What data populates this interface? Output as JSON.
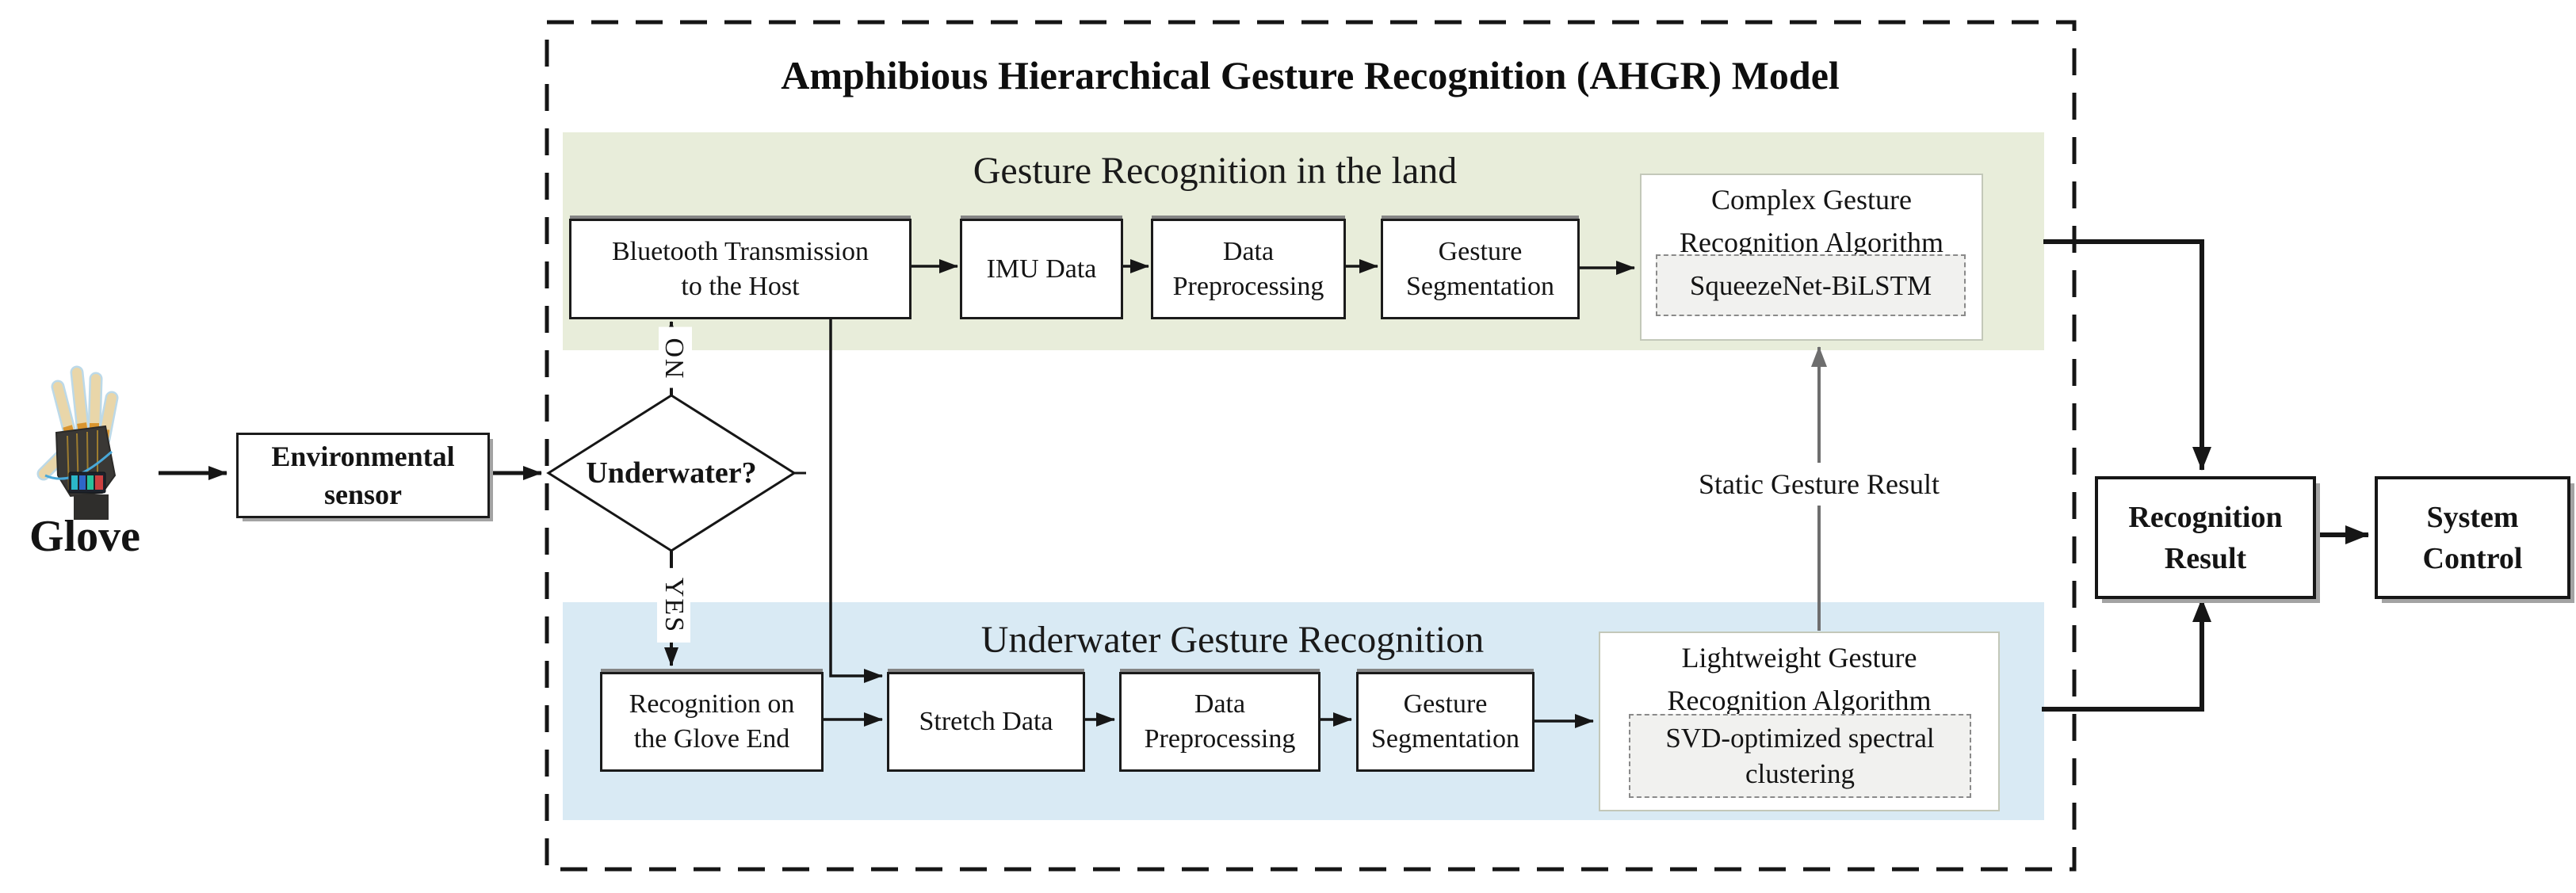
{
  "diagram": {
    "title": "Amphibious Hierarchical Gesture Recognition (AHGR) Model",
    "glove": {
      "label": "Glove"
    },
    "env_sensor": {
      "lines": [
        "Environmental",
        "sensor"
      ]
    },
    "decision": {
      "label": "Underwater?",
      "no_branch": "NO",
      "yes_branch": "YES"
    },
    "land": {
      "heading": "Gesture Recognition in the land",
      "steps": [
        {
          "lines": [
            "Bluetooth Transmission",
            "to the Host"
          ]
        },
        {
          "lines": [
            "IMU Data"
          ]
        },
        {
          "lines": [
            "Data",
            "Preprocessing"
          ]
        },
        {
          "lines": [
            "Gesture",
            "Segmentation"
          ]
        }
      ],
      "algorithm": {
        "lines": [
          "Complex Gesture",
          "Recognition Algorithm"
        ],
        "method_lines": [
          "SqueezeNet-BiLSTM"
        ]
      }
    },
    "underwater": {
      "heading": "Underwater Gesture Recognition",
      "steps": [
        {
          "lines": [
            "Recognition on",
            "the Glove End"
          ]
        },
        {
          "lines": [
            "Stretch Data"
          ]
        },
        {
          "lines": [
            "Data",
            "Preprocessing"
          ]
        },
        {
          "lines": [
            "Gesture",
            "Segmentation"
          ]
        }
      ],
      "algorithm": {
        "lines": [
          "Lightweight Gesture",
          "Recognition Algorithm"
        ],
        "method_lines": [
          "SVD-optimized spectral",
          "clustering"
        ]
      }
    },
    "static_result_label": "Static Gesture Result",
    "outputs": {
      "recognition_result": {
        "lines": [
          "Recognition",
          "Result"
        ]
      },
      "system_control": {
        "lines": [
          "System",
          "Control"
        ]
      }
    },
    "colors": {
      "land_band": "#e8edda",
      "underwater_band": "#d9eaf4",
      "connector": "#161616",
      "static_connector": "#7f7f7f",
      "method_fill": "#f1f1ef"
    }
  }
}
